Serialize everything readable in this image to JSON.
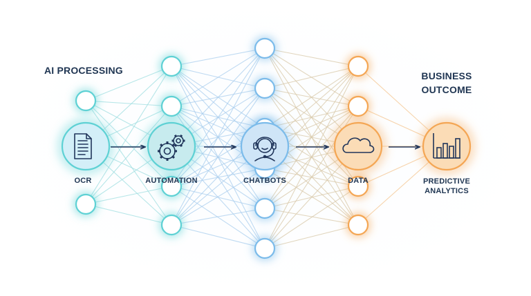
{
  "heading_left": "AI PROCESSING",
  "heading_right_line1": "BUSINESS",
  "heading_right_line2": "OUTCOME",
  "pipeline": [
    {
      "label": "OCR",
      "icon": "document-icon"
    },
    {
      "label": "AUTOMATION",
      "icon": "gears-icon"
    },
    {
      "label": "CHATBOTS",
      "icon": "headset-agent-icon"
    },
    {
      "label": "DATA",
      "icon": "cloud-icon"
    }
  ],
  "outcome_label_line1": "PREDICTIVE",
  "outcome_label_line2": "ANALYTICS",
  "outcome_icon": "bar-chart-icon",
  "colors": {
    "teal": "#5ed1d4",
    "blue": "#7bbbea",
    "orange": "#f4a654",
    "text": "#1f3552",
    "icon_stroke": "#20355a"
  }
}
